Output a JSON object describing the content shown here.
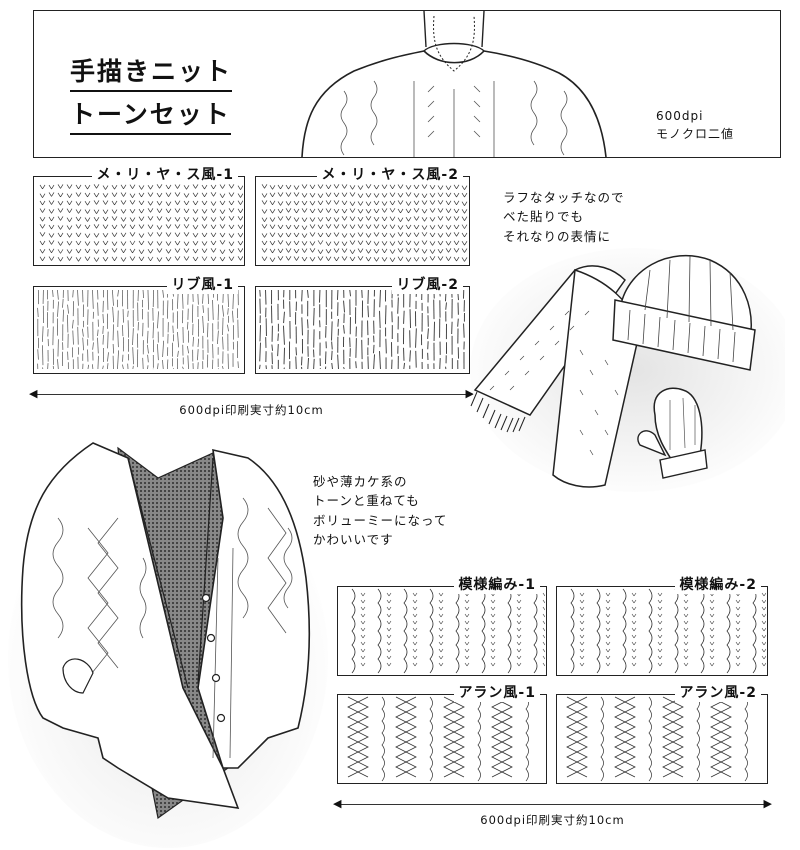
{
  "header": {
    "title_line1": "手描きニット",
    "title_line2": "トーンセット",
    "spec_dpi": "600dpi",
    "spec_mode": "モノクロ二値"
  },
  "swatches_top": [
    {
      "label": "メ・リ・ヤ・ス風-1",
      "pattern": "stockinette"
    },
    {
      "label": "メ・リ・ヤ・ス風-2",
      "pattern": "stockinette"
    },
    {
      "label": "リブ風-1",
      "pattern": "rib"
    },
    {
      "label": "リブ風-2",
      "pattern": "rib"
    }
  ],
  "swatches_bottom": [
    {
      "label": "模様編み-1",
      "pattern": "cable"
    },
    {
      "label": "模様編み-2",
      "pattern": "cable"
    },
    {
      "label": "アラン風-1",
      "pattern": "aran"
    },
    {
      "label": "アラン風-2",
      "pattern": "aran"
    }
  ],
  "measure_top": "600dpi印刷実寸約10cm",
  "measure_bottom": "600dpi印刷実寸約10cm",
  "note_top": "ラフなタッチなので\nベた貼りでも\nそれなりの表情に",
  "note_middle": "砂や薄カケ系の\nトーンと重ねても\nボリューミーになって\nかわいいです",
  "colors": {
    "ink": "#111111",
    "paper": "#ffffff",
    "tone": "#cfcfcf"
  }
}
